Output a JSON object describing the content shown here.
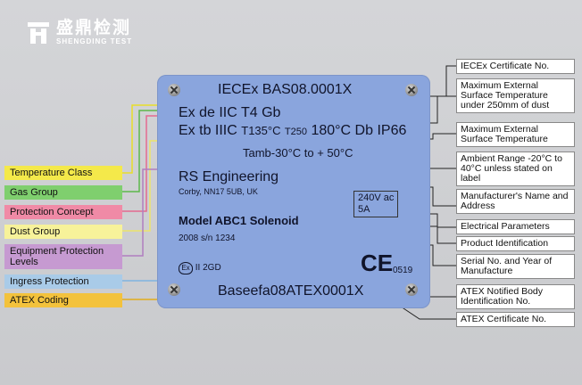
{
  "logo": {
    "cn": "盛鼎检测",
    "en": "SHENGDING TEST"
  },
  "plate": {
    "iecex_cert": "IECEx BAS08.0001X",
    "gas_marking": "Ex de IIC T4 Gb",
    "dust_marking_prefix": "Ex tb IIIC",
    "dust_temp_1": "T135°C",
    "dust_temp_2": "T250",
    "dust_temp_3": "180°C Db IP66",
    "ambient": "Tamb-30°C to + 50°C",
    "manufacturer": "RS Engineering",
    "address": "Corby, NN17 5UB, UK",
    "voltage": "240V ac",
    "current": "5A",
    "model": "Model ABC1 Solenoid",
    "serial": "2008 s/n 1234",
    "atex_code": "II 2GD",
    "ce_mark": "CE",
    "notified_body": "0519",
    "atex_cert": "Baseefa08ATEX0001X"
  },
  "left_labels": [
    {
      "text": "Temperature Class",
      "color": "#f4e94a"
    },
    {
      "text": "Gas Group",
      "color": "#7fcf6e"
    },
    {
      "text": "Protection Concept",
      "color": "#f08aa6"
    },
    {
      "text": "Dust Group",
      "color": "#f7f29a"
    },
    {
      "text": "Equipment Protection Levels",
      "color": "#c69ad1"
    },
    {
      "text": "Ingress Protection",
      "color": "#a9cbe8"
    },
    {
      "text": "ATEX Coding",
      "color": "#f3c23c"
    }
  ],
  "right_labels": [
    "IECEx Certificate No.",
    "Maximum External Surface Temperature under 250mm of dust",
    "Maximum External Surface Temperature",
    "Ambient Range -20°C to 40°C unless stated on label",
    "Manufacturer's Name and Address",
    "Electrical Parameters",
    "Product Identification",
    "Serial No. and Year of Manufacture",
    "ATEX Notified Body Identification No.",
    "ATEX Certificate No."
  ]
}
